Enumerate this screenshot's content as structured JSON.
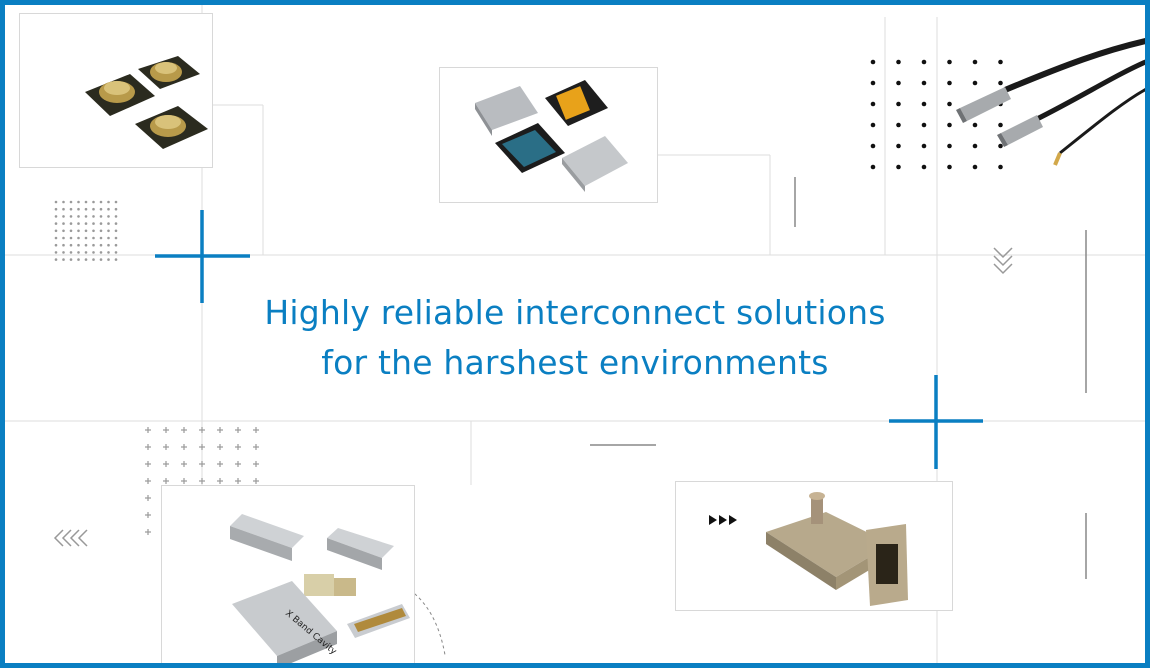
{
  "banner": {
    "headline_line1": "Highly reliable interconnect solutions",
    "headline_line2": "for the harshest environments",
    "accent_color": "#0a7fc2"
  },
  "icons": [
    "rf-chip-icon",
    "smd-attenuator-icon",
    "coaxial-cable-assembly-icon",
    "cavity-filter-icon",
    "waveguide-adapter-icon",
    "chevron-down-icon",
    "chevron-left-icon",
    "play-arrows-icon"
  ],
  "product_labels": {
    "cavity": "X Band Cavity"
  }
}
